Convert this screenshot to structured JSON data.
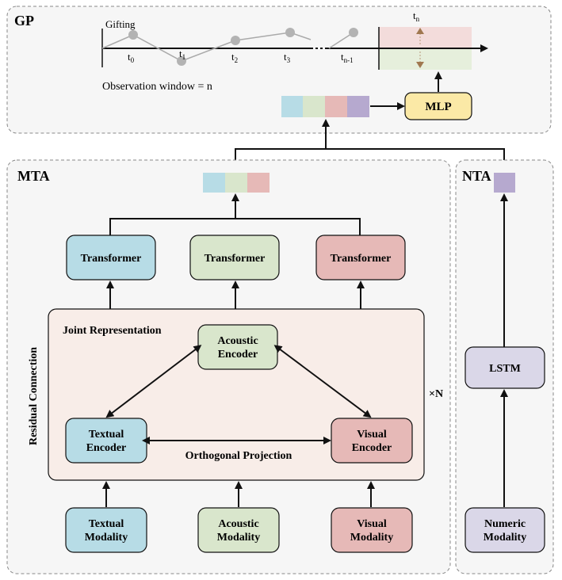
{
  "gp": {
    "section_label": "GP",
    "gifting_label": "Gifting",
    "time_labels": [
      "t",
      "t",
      "t",
      "t",
      "t"
    ],
    "time_subs": [
      "0",
      "1",
      "2",
      "3",
      "n-1"
    ],
    "tn_label": "t",
    "tn_sub": "n",
    "observation_label": "Observation window = n",
    "mlp_label": "MLP"
  },
  "mta": {
    "section_label": "MTA",
    "transformers": [
      "Transformer",
      "Transformer",
      "Transformer"
    ],
    "joint_label": "Joint Representation",
    "acoustic_encoder": [
      "Acoustic",
      "Encoder"
    ],
    "textual_encoder": [
      "Textual",
      "Encoder"
    ],
    "visual_encoder": [
      "Visual",
      "Encoder"
    ],
    "orthogonal_label": "Orthogonal Projection",
    "residual_label": "Residual Connection",
    "repeat_label": "×N",
    "modalities": [
      [
        "Textual",
        "Modality"
      ],
      [
        "Acoustic",
        "Modality"
      ],
      [
        "Visual",
        "Modality"
      ]
    ]
  },
  "nta": {
    "section_label": "NTA",
    "lstm_label": "LSTM",
    "numeric_modality": [
      "Numeric",
      "Modality"
    ]
  },
  "colors": {
    "blue": "#b7dce6",
    "green": "#d9e6cc",
    "pink": "#e6b9b7",
    "purple": "#b6a9cf",
    "yellow": "#fbe9a6",
    "lavender": "#dad7e8",
    "joint_bg": "#f8ede8",
    "panel_bg": "#f6f6f6"
  }
}
